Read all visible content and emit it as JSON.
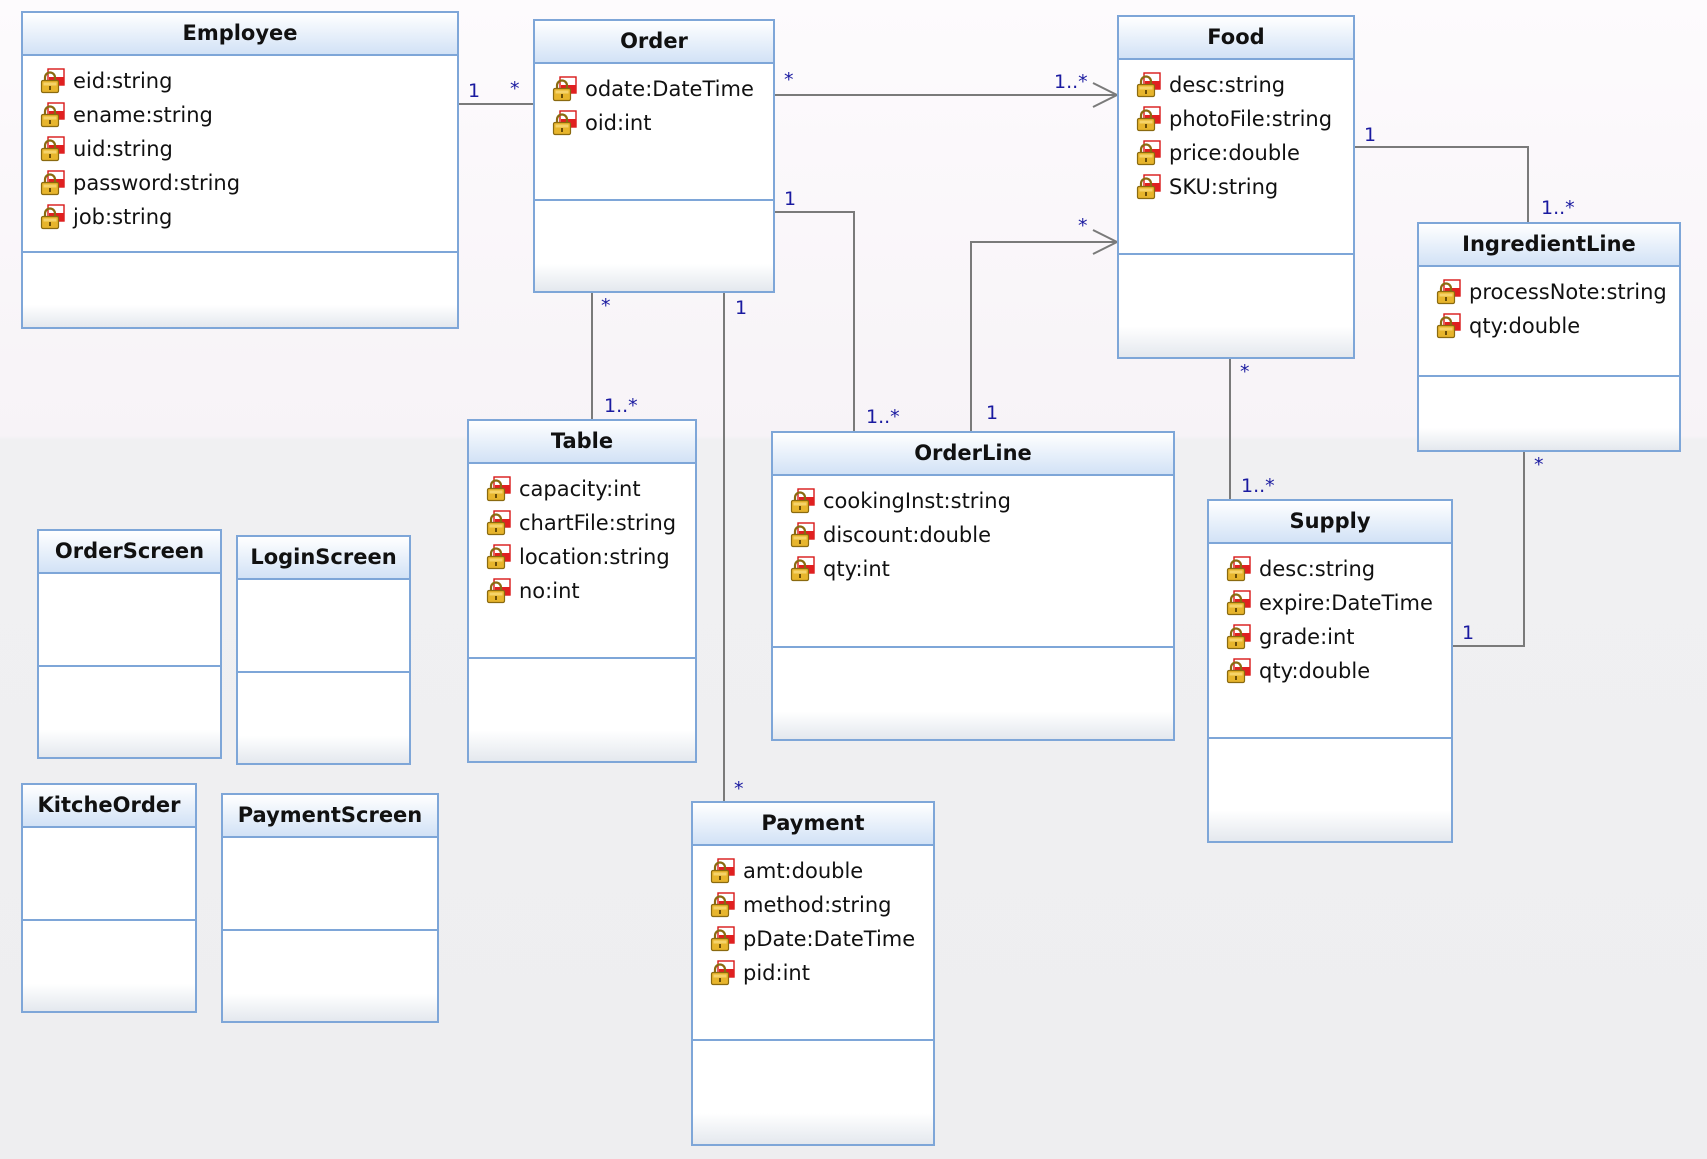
{
  "classes": {
    "employee": {
      "name": "Employee",
      "attributes": [
        "eid:string",
        "ename:string",
        "uid:string",
        "password:string",
        "job:string"
      ]
    },
    "order": {
      "name": "Order",
      "attributes": [
        "odate:DateTime",
        "oid:int"
      ]
    },
    "food": {
      "name": "Food",
      "attributes": [
        "desc:string",
        "photoFile:string",
        "price:double",
        "SKU:string"
      ]
    },
    "ingredient_line": {
      "name": "IngredientLine",
      "attributes": [
        "processNote:string",
        "qty:double"
      ]
    },
    "table": {
      "name": "Table",
      "attributes": [
        "capacity:int",
        "chartFile:string",
        "location:string",
        "no:int"
      ]
    },
    "order_line": {
      "name": "OrderLine",
      "attributes": [
        "cookingInst:string",
        "discount:double",
        "qty:int"
      ]
    },
    "supply": {
      "name": "Supply",
      "attributes": [
        "desc:string",
        "expire:DateTime",
        "grade:int",
        "qty:double"
      ]
    },
    "payment": {
      "name": "Payment",
      "attributes": [
        "amt:double",
        "method:string",
        "pDate:DateTime",
        "pid:int"
      ]
    },
    "order_screen": {
      "name": "OrderScreen",
      "attributes": []
    },
    "login_screen": {
      "name": "LoginScreen",
      "attributes": []
    },
    "kitche_order": {
      "name": "KitcheOrder",
      "attributes": []
    },
    "payment_screen": {
      "name": "PaymentScreen",
      "attributes": []
    }
  },
  "associations": [
    {
      "from": "Employee",
      "to": "Order",
      "from_mult": "1",
      "to_mult": "*"
    },
    {
      "from": "Order",
      "to": "Food",
      "from_mult": "*",
      "to_mult": "1..*",
      "navigable": true
    },
    {
      "from": "Order",
      "to": "OrderLine",
      "from_mult": "1",
      "to_mult": "1..*"
    },
    {
      "from": "OrderLine",
      "to": "Food",
      "from_mult": "1",
      "to_mult": "*",
      "navigable": true
    },
    {
      "from": "Food",
      "to": "IngredientLine",
      "from_mult": "1",
      "to_mult": "1..*"
    },
    {
      "from": "Food",
      "to": "Supply",
      "from_mult": "*",
      "to_mult": "1..*"
    },
    {
      "from": "Supply",
      "to": "IngredientLine",
      "from_mult": "1",
      "to_mult": "*"
    },
    {
      "from": "Order",
      "to": "Table",
      "from_mult": "*",
      "to_mult": "1..*"
    },
    {
      "from": "Order",
      "to": "Payment",
      "from_mult": "1",
      "to_mult": "*"
    }
  ],
  "colors": {
    "class_border": "#7ea6d8",
    "header_gradient_end": "#d2e2f6",
    "multiplicity_text": "#1a1aa0",
    "line": "#7a7a7a"
  },
  "icon": "private-attribute-lock-icon"
}
